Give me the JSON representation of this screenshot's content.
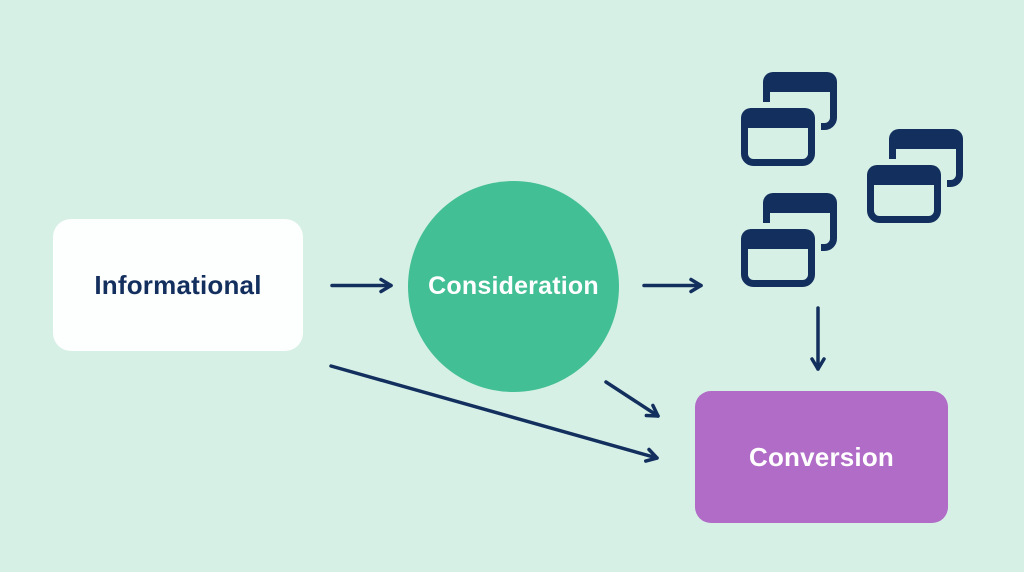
{
  "page": {
    "background_color": "#d7f0e6"
  },
  "palette": {
    "navy": "#132f5e",
    "green": "#42bf94",
    "purple": "#b06cc7",
    "card_white": "#fdfefe",
    "background_mint": "#d7f0e6",
    "label_white": "#ffffff"
  },
  "diagram": {
    "nodes": [
      {
        "id": "informational",
        "label": "Informational",
        "shape": "rounded-rectangle",
        "fill": "#fdfefe",
        "text_color": "#132f5e"
      },
      {
        "id": "consideration",
        "label": "Consideration",
        "shape": "circle",
        "fill": "#42bf94",
        "text_color": "#ffffff"
      },
      {
        "id": "pages-cluster",
        "icon": "browser-windows-icon",
        "icon_count": 3,
        "color": "#132f5e"
      },
      {
        "id": "conversion",
        "label": "Conversion",
        "shape": "rounded-rectangle",
        "fill": "#b06cc7",
        "text_color": "#ffffff"
      }
    ],
    "edges": [
      {
        "from": "informational",
        "to": "consideration",
        "style": "straight-horizontal"
      },
      {
        "from": "consideration",
        "to": "pages-cluster",
        "style": "straight-horizontal"
      },
      {
        "from": "pages-cluster",
        "to": "conversion",
        "style": "straight-vertical"
      },
      {
        "from": "consideration",
        "to": "conversion",
        "style": "diagonal"
      },
      {
        "from": "informational",
        "to": "conversion",
        "style": "diagonal"
      }
    ]
  }
}
